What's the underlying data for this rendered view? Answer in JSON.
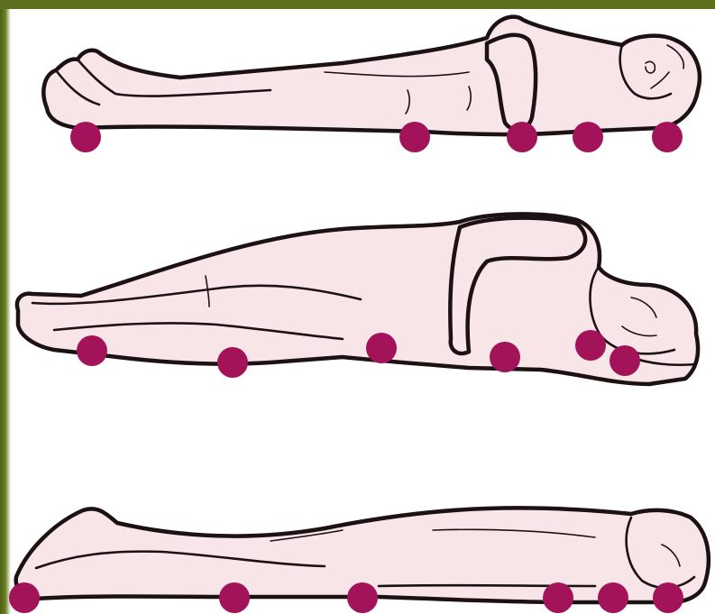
{
  "figure": {
    "colors": {
      "background": "#ffffff",
      "frame_accent": "#556b1a",
      "skin": "#f7e5e8",
      "outline": "#1c1214",
      "pressure_point": "#a3135a"
    },
    "poses": [
      {
        "pose": "supine",
        "pressure_point_count": 5
      },
      {
        "pose": "lateral",
        "pressure_point_count": 6
      },
      {
        "pose": "prone",
        "pressure_point_count": 6
      }
    ]
  }
}
